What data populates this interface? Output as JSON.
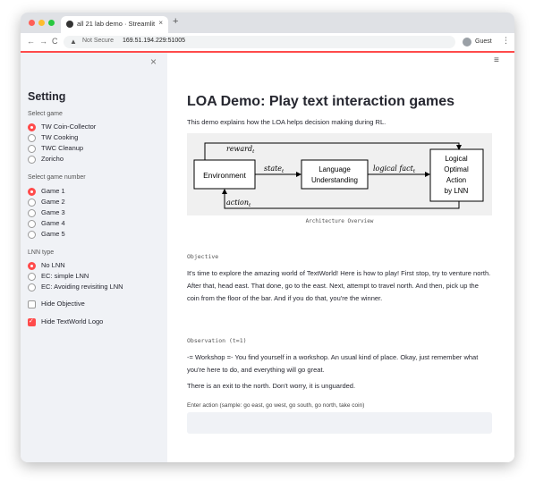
{
  "browser": {
    "tab_title": "all 21 lab demo · Streamlit",
    "tab_close": "×",
    "new_tab": "+",
    "nav_back": "←",
    "nav_forward": "→",
    "nav_reload": "C",
    "security_text": "Not Secure",
    "url": "169.51.194.229:51005",
    "profile_name": "Guest",
    "menu_glyph": "⋮"
  },
  "sidebar": {
    "close_glyph": "×",
    "title": "Setting",
    "game_label": "Select game",
    "games": [
      "TW Coin-Collector",
      "TW Cooking",
      "TWC Cleanup",
      "Zoricho"
    ],
    "number_label": "Select game number",
    "numbers": [
      "Game 1",
      "Game 2",
      "Game 3",
      "Game 4",
      "Game 5"
    ],
    "lnn_label": "LNN type",
    "lnn_types": [
      "No LNN",
      "EC: simple LNN",
      "EC: Avoiding revisiting LNN"
    ],
    "hide_objective": "Hide Objective",
    "hide_logo": "Hide TextWorld Logo"
  },
  "main": {
    "menu_glyph": "≡",
    "title": "LOA Demo: Play text interaction games",
    "intro": "This demo explains how the LOA helps decision making during RL.",
    "diagram": {
      "environment": "Environment",
      "language_1": "Language",
      "language_2": "Understanding",
      "optimal_1": "Logical",
      "optimal_2": "Optimal",
      "optimal_3": "Action",
      "optimal_4": "by LNN",
      "reward": "reward",
      "state": "state",
      "logical_fact": "logical fact",
      "action": "action",
      "subscript": "t"
    },
    "caption": "Architecture Overview",
    "objective_heading": "Objective",
    "objective_text": "It's time to explore the amazing world of TextWorld! Here is how to play! First stop, try to venture north. After that, head east. That done, go to the east. Next, attempt to travel north. And then, pick up the coin from the floor of the bar. And if you do that, you're the winner.",
    "observation_heading": "Observation (t=1)",
    "observation_text": "-= Workshop =- You find yourself in a workshop. An usual kind of place. Okay, just remember what you're here to do, and everything will go great.",
    "exit_text": "There is an exit to the north. Don't worry, it is unguarded.",
    "action_label": "Enter action (sample: go east, go west, go south, go north, take coin)"
  }
}
